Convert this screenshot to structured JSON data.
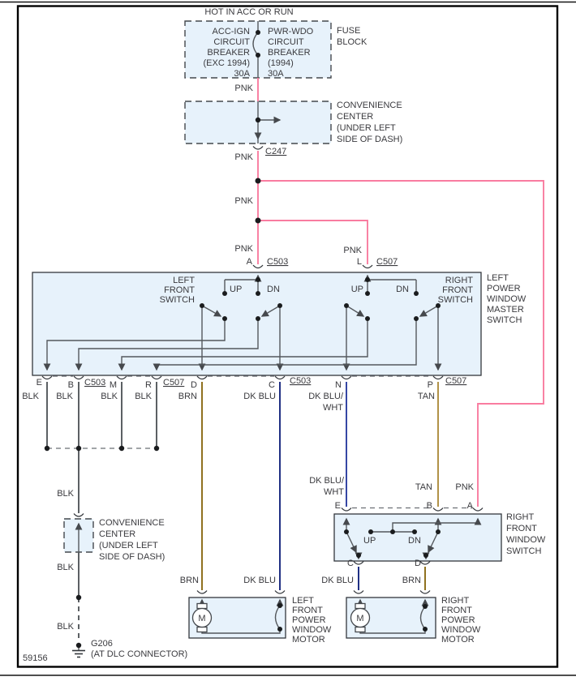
{
  "colors": {
    "pink": "#f97ca0",
    "navy": "#15257d",
    "navy_white": "#2b3da0",
    "brown": "#8a6a15",
    "tan": "#ad8c3e",
    "gray_wire": "#54585c",
    "box_fill": "#e7f2fb"
  },
  "header": {
    "power_source": "HOT IN ACC OR RUN"
  },
  "fuse_block": {
    "label": [
      "FUSE",
      "BLOCK"
    ],
    "left_breaker": [
      "ACC-IGN",
      "CIRCUIT",
      "BREAKER",
      "(EXC 1994)",
      "30A"
    ],
    "right_breaker": [
      "PWR-WDO",
      "CIRCUIT",
      "BREAKER",
      "(1994)",
      "30A"
    ]
  },
  "convenience_center_upper": {
    "label": [
      "CONVENIENCE",
      "CENTER",
      "(UNDER LEFT",
      "SIDE OF DASH)"
    ],
    "connector": "C247"
  },
  "convenience_center_lower": {
    "label": [
      "CONVENIENCE",
      "CENTER",
      "(UNDER LEFT",
      "SIDE OF DASH)"
    ]
  },
  "wire_labels": {
    "pnk": "PNK",
    "blk": "BLK",
    "brn": "BRN",
    "dk_blu": "DK BLU",
    "dk_blu_wht_line1": "DK BLU/",
    "dk_blu_wht_line2": "WHT",
    "tan": "TAN"
  },
  "master_switch": {
    "name": [
      "LEFT",
      "POWER",
      "WINDOW",
      "MASTER",
      "SWITCH"
    ],
    "left_switch": [
      "LEFT",
      "FRONT",
      "SWITCH"
    ],
    "right_switch": [
      "RIGHT",
      "FRONT",
      "SWITCH"
    ],
    "up": "UP",
    "down": "DN",
    "pin_a": "A",
    "pin_l": "L",
    "conn_c503": "C503",
    "conn_c507": "C507",
    "bottom_pins": [
      "E",
      "B",
      "M",
      "R",
      "D",
      "C",
      "N",
      "P"
    ]
  },
  "right_front_switch": {
    "name": [
      "RIGHT",
      "FRONT",
      "WINDOW",
      "SWITCH"
    ],
    "up": "UP",
    "down": "DN",
    "pins_top": [
      "E",
      "B",
      "A"
    ],
    "pins_bottom": [
      "C",
      "D"
    ]
  },
  "left_motor": {
    "name": [
      "LEFT",
      "FRONT",
      "POWER",
      "WINDOW",
      "MOTOR"
    ],
    "symbol": "M"
  },
  "right_motor": {
    "name": [
      "RIGHT",
      "FRONT",
      "POWER",
      "WINDOW",
      "MOTOR"
    ],
    "symbol": "M"
  },
  "ground": {
    "id": "G206",
    "note": "(AT DLC CONNECTOR)"
  },
  "footer": {
    "diagram_number": "59156"
  }
}
